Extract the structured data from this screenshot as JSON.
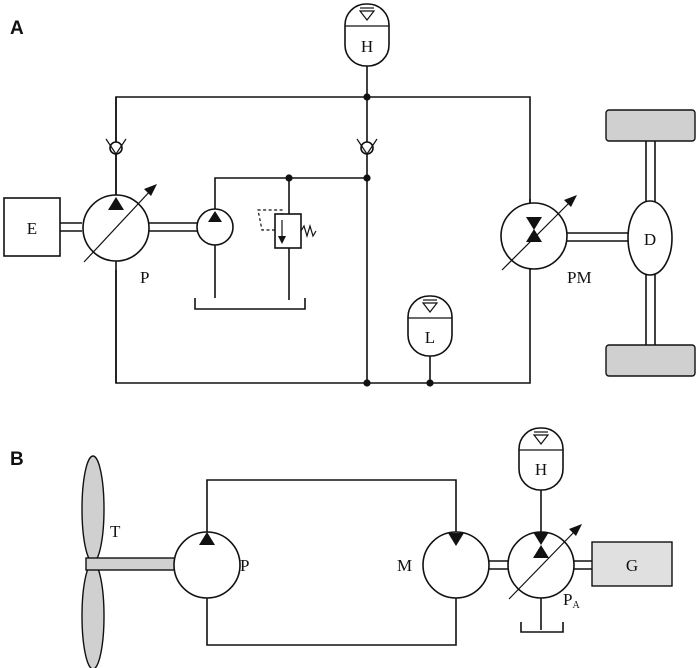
{
  "panel_a": {
    "letter": "A",
    "labels": {
      "engine": "E",
      "pump": "P",
      "high_accumulator": "H",
      "low_accumulator": "L",
      "pump_motor": "PM",
      "differential": "D"
    }
  },
  "panel_b": {
    "letter": "B",
    "labels": {
      "turbine": "T",
      "pump": "P",
      "motor": "M",
      "high_accumulator": "H",
      "generator": "G",
      "aux_pump": "P",
      "aux_pump_sub": "A"
    }
  }
}
